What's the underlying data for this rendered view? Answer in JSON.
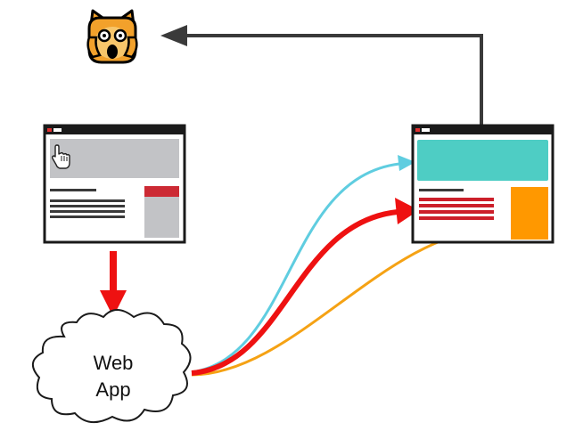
{
  "cloud": {
    "line1": "Web",
    "line2": "App"
  },
  "colors": {
    "red": "#ee1111",
    "cyan": "#5fcde0",
    "orange": "#f5a214",
    "teal_block": "#4ecdc4",
    "orange_block": "#ff9800",
    "gray_block": "#c2c3c6",
    "dark_line": "#3a3a3a",
    "frame": "#1a1a1a"
  },
  "icons": {
    "cat": "screaming-cat-emoji",
    "cursor": "hand-pointer-icon"
  }
}
